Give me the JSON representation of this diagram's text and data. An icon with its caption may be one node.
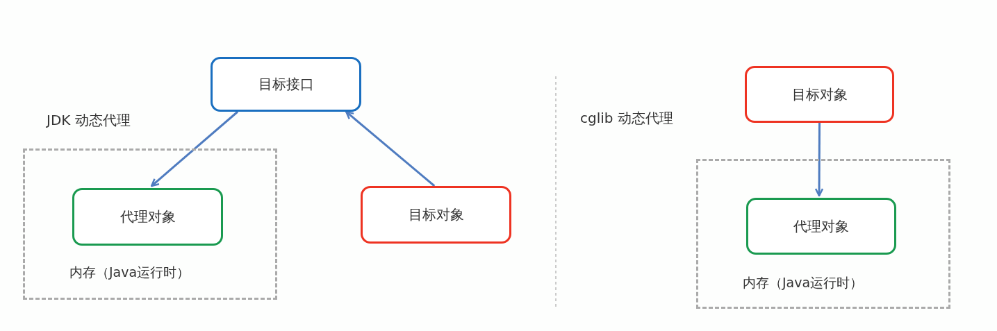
{
  "diagram": {
    "nodes": [
      {
        "text": [
          "目标接口"
        ]
      },
      {
        "text": [
          "内存（Java运行时）"
        ]
      },
      {
        "text": [
          "代理对象"
        ],
        "in": 1
      },
      {
        "text": [
          "目标对象"
        ]
      },
      {
        "text": [
          "目标对象"
        ]
      },
      {
        "text": [
          "内存（Java运行时）"
        ]
      },
      {
        "text": [
          "代理对象"
        ],
        "in": 5
      }
    ],
    "edges": [
      {
        "from": 0,
        "to": 2,
        "arrow": "to"
      },
      {
        "from": 3,
        "to": 0,
        "arrow": "to"
      },
      {
        "from": 4,
        "to": 6,
        "arrow": "to"
      }
    ],
    "labels": [
      "JDK 动态代理",
      "cglib 动态代理"
    ]
  }
}
